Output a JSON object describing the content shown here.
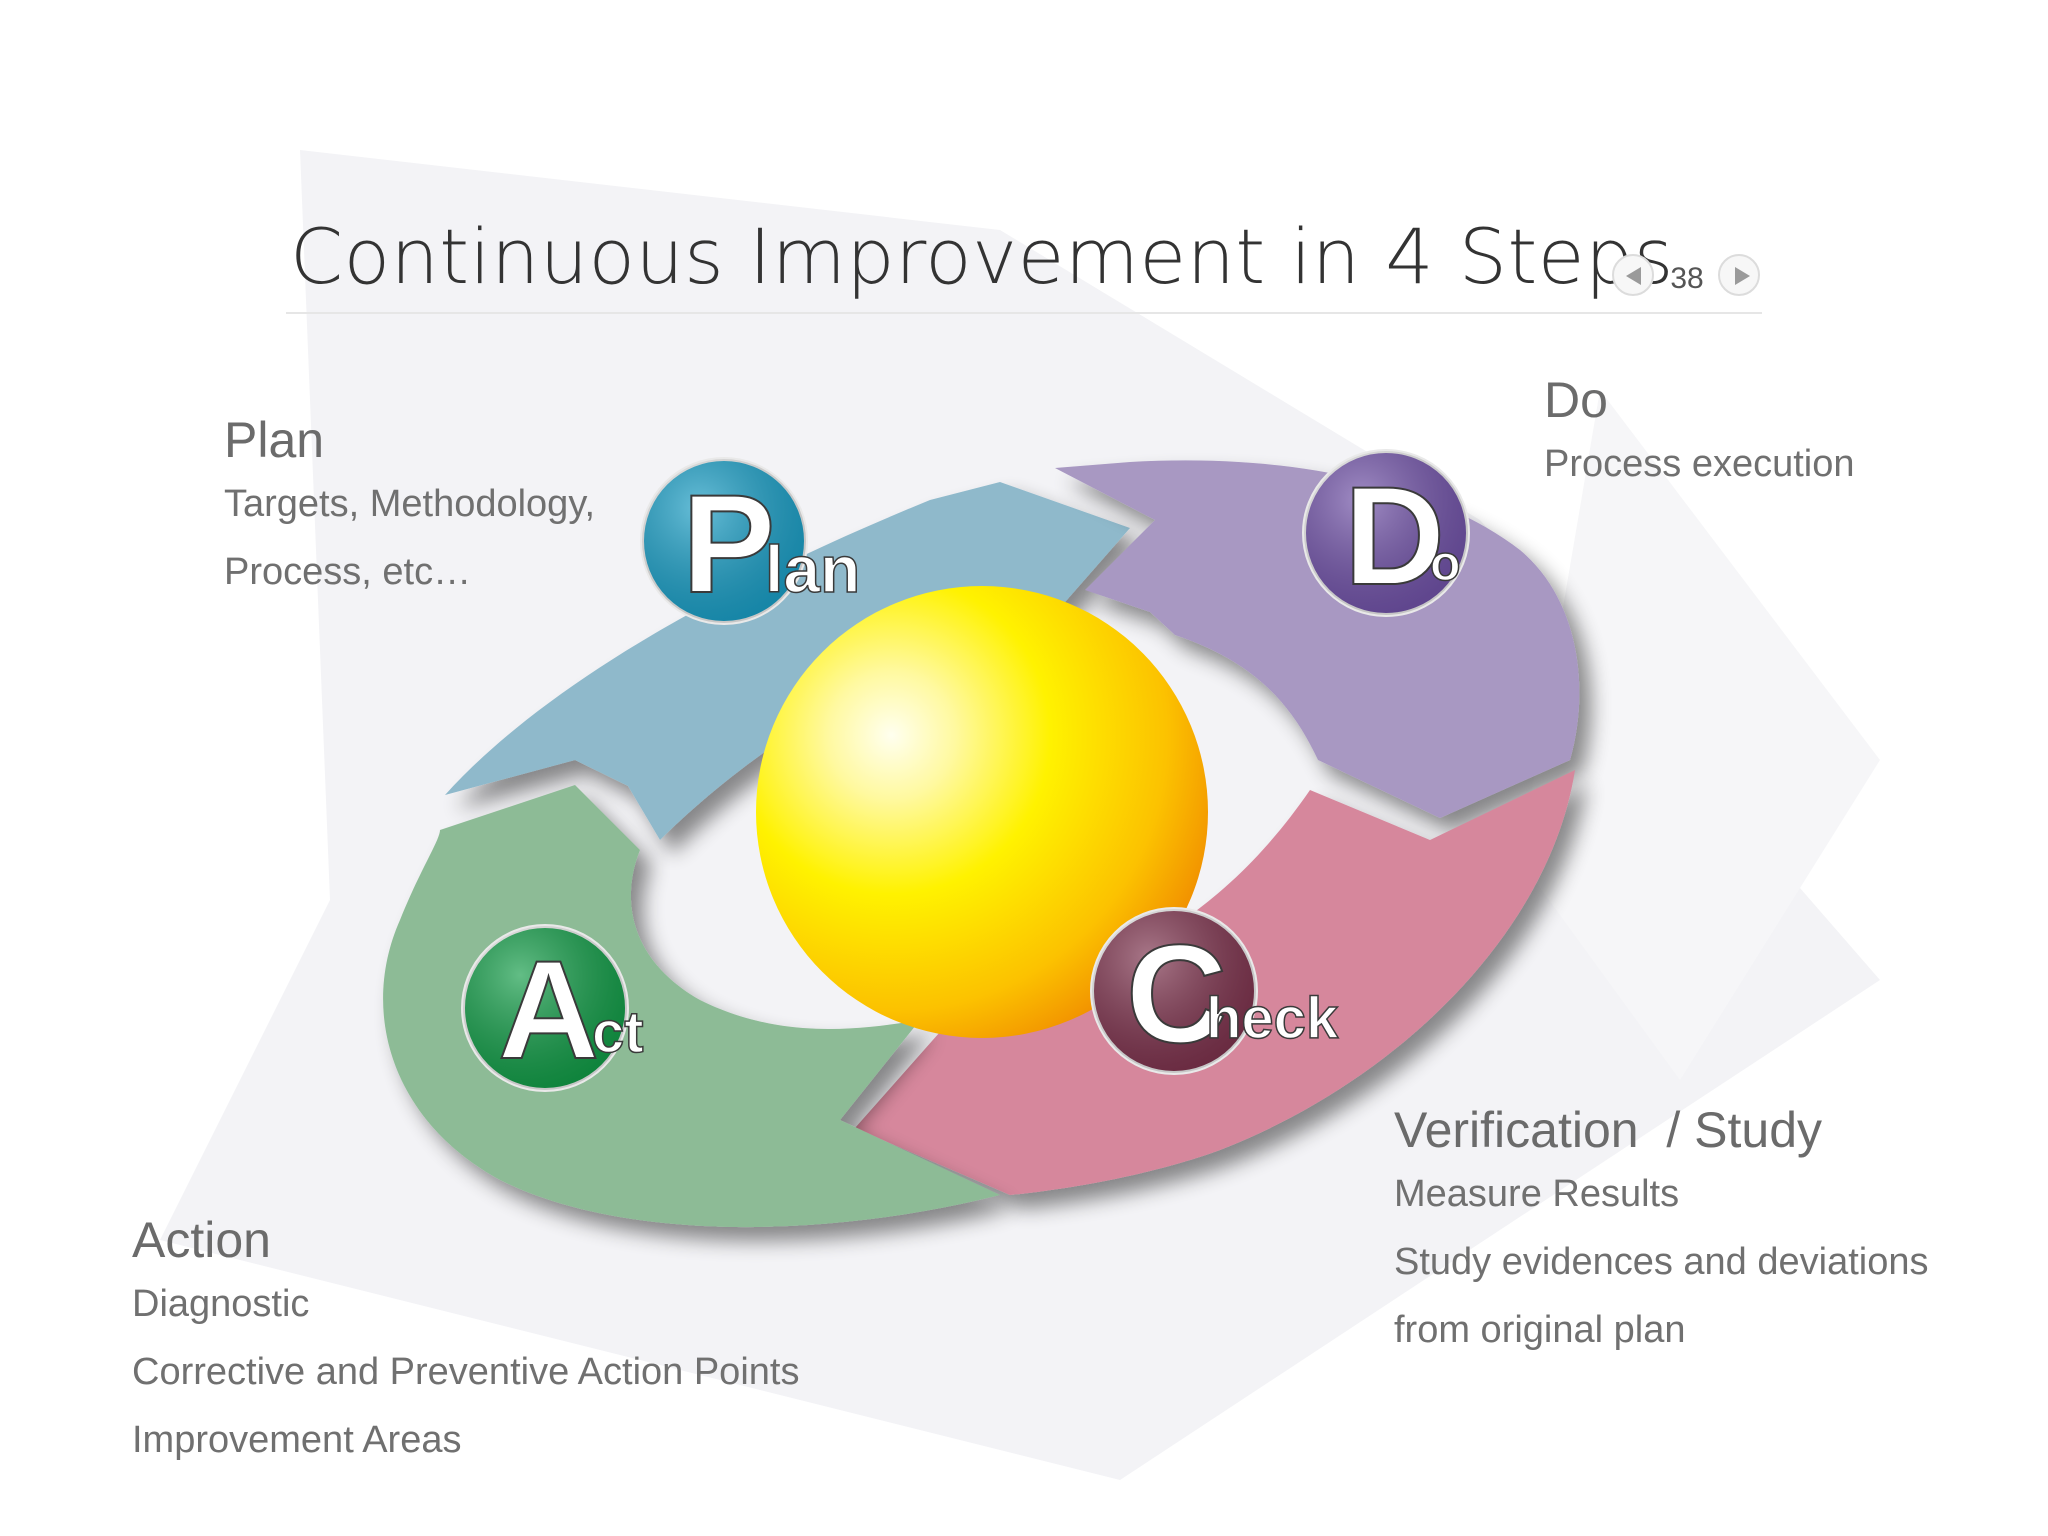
{
  "slide": {
    "title": "Continuous Improvement in 4 Steps",
    "page_number": "38"
  },
  "pager": {
    "prev_icon": "triangle-left-icon",
    "next_icon": "triangle-right-icon"
  },
  "colors": {
    "plan": "#8fb9cb",
    "do": "#a898c2",
    "check": "#d6879c",
    "act": "#8dbb96",
    "plan_badge": "#169cc4",
    "do_badge": "#6e4fa6",
    "check_badge": "#7b2f4a",
    "act_badge": "#0e9a44",
    "sphere": "#f5c400"
  },
  "cycle": {
    "plan": {
      "badge_initial": "P",
      "badge_rest": "lan"
    },
    "do": {
      "badge_initial": "D",
      "badge_rest": "o"
    },
    "check": {
      "badge_initial": "C",
      "badge_rest": "heck"
    },
    "act": {
      "badge_initial": "A",
      "badge_rest": "ct"
    }
  },
  "labels": {
    "plan": {
      "heading": "Plan",
      "lines": [
        "Targets, Methodology,",
        "Process, etc…"
      ]
    },
    "do": {
      "heading": "Do",
      "lines": [
        "Process execution"
      ]
    },
    "check": {
      "heading": "Verification  / Study",
      "lines": [
        "Measure Results",
        "Study evidences and deviations",
        "from original plan"
      ]
    },
    "act": {
      "heading": "Action",
      "lines": [
        "Diagnostic",
        "Corrective and Preventive Action Points",
        "Improvement Areas"
      ]
    }
  }
}
